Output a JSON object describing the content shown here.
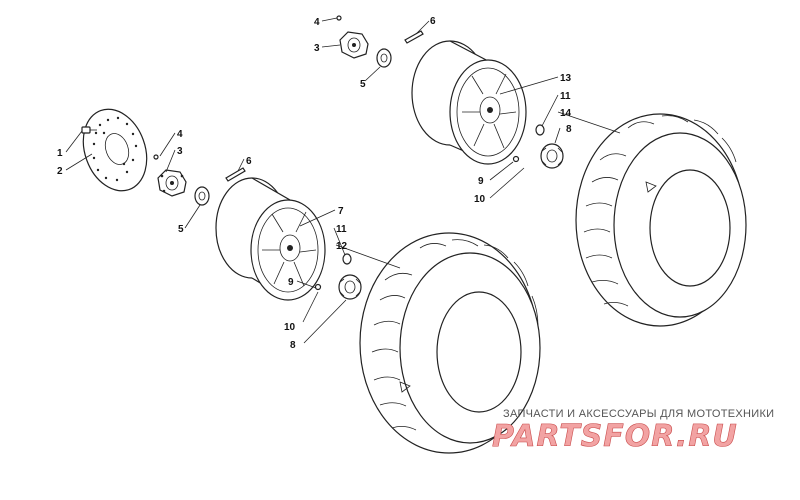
{
  "labels": {
    "l1": "1",
    "l2": "2",
    "l3a": "3",
    "l3b": "3",
    "l4a": "4",
    "l4b": "4",
    "l5a": "5",
    "l5b": "5",
    "l6a": "6",
    "l6b": "6",
    "l7": "7",
    "l8a": "8",
    "l8b": "8",
    "l9a": "9",
    "l9b": "9",
    "l10a": "10",
    "l10b": "10",
    "l11a": "11",
    "l11b": "11",
    "l12": "12",
    "l13": "13",
    "l14": "14"
  },
  "watermark": {
    "caption": "ЗАПЧАСТИ И АКСЕССУАРЫ ДЛЯ МОТОТЕХНИКИ",
    "logo": "PARTSFOR.RU"
  },
  "colors": {
    "line": "#222222",
    "watermark_fill": "#f2a3a3",
    "watermark_stroke": "#c94b4b"
  }
}
